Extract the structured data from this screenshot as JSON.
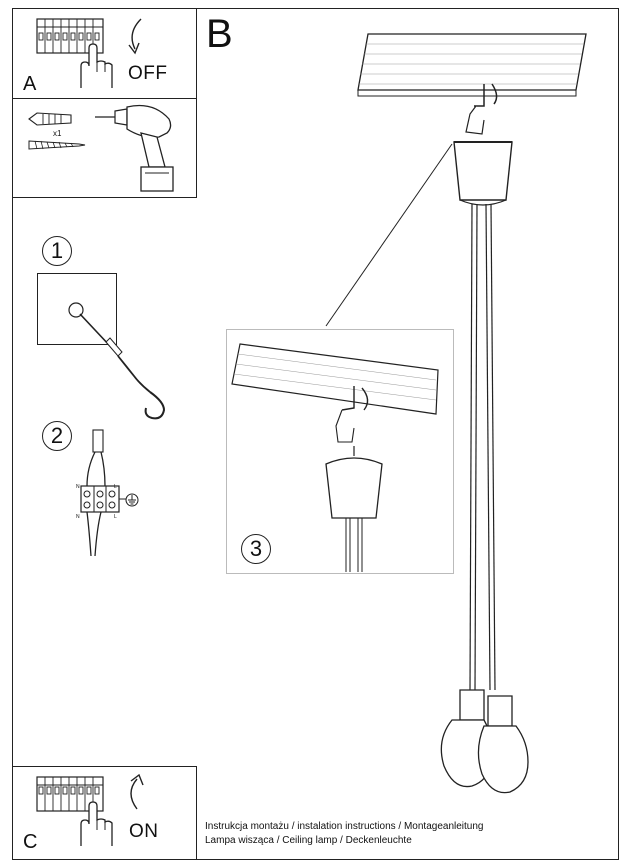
{
  "panels": {
    "a": {
      "letter": "A",
      "switch_text": "OFF"
    },
    "b": {
      "letter": "B"
    },
    "c": {
      "letter": "C",
      "switch_text": "ON"
    }
  },
  "tools": {
    "anchor_count": "x1"
  },
  "steps": {
    "one": "1",
    "two": "2",
    "three": "3"
  },
  "wiring": {
    "terminal_n": "N",
    "terminal_l": "L"
  },
  "caption": {
    "line1": "Instrukcja montażu / instalation instructions / Montageanleitung",
    "line2": "Lampa wisząca / Ceiling lamp  / Deckenleuchte"
  },
  "colors": {
    "line": "#222222",
    "paper": "#ffffff",
    "inset_border": "#bbbbbb"
  },
  "icons": [
    "circuit-breaker-icon",
    "hand-icon",
    "arrow-down-icon",
    "arrow-up-icon",
    "drill-icon",
    "wall-plug-icon",
    "screw-icon",
    "hook-icon",
    "terminal-block-icon",
    "ground-icon",
    "ceiling-plate-icon",
    "lamp-icon"
  ]
}
